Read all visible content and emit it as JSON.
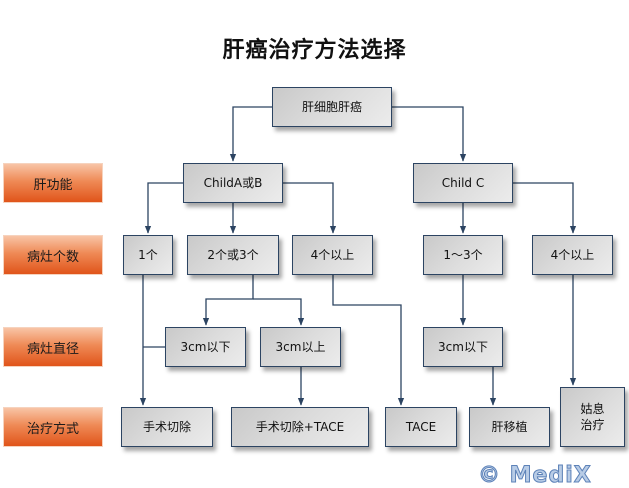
{
  "title": "肝癌治疗方法选择",
  "row_labels": {
    "liver_function": "肝功能",
    "lesion_count": "病灶个数",
    "lesion_diameter": "病灶直径",
    "treatment": "治疗方式"
  },
  "nodes": {
    "root": "肝细胞肝癌",
    "child_ab": "ChildA或B",
    "child_c": "Child C",
    "count_1": "1个",
    "count_2_3": "2个或3个",
    "count_4plus_left": "4个以上",
    "count_1_3": "1～3个",
    "count_4plus_right": "4个以上",
    "diam_under3_left": "3cm以下",
    "diam_over3": "3cm以上",
    "diam_under3_right": "3cm以下",
    "tx_resection": "手术切除",
    "tx_resection_tace": "手术切除+TACE",
    "tx_tace": "TACE",
    "tx_transplant": "肝移植",
    "tx_palliative_line1": "姑息",
    "tx_palliative_line2": "治疗"
  },
  "watermark": "© MediX",
  "colors": {
    "connector": "#2c4462",
    "row_label_top": "#f8c4a6",
    "row_label_bottom": "#e0541a",
    "node_fill": "#dcdcdc",
    "watermark": "#5d82b8"
  }
}
